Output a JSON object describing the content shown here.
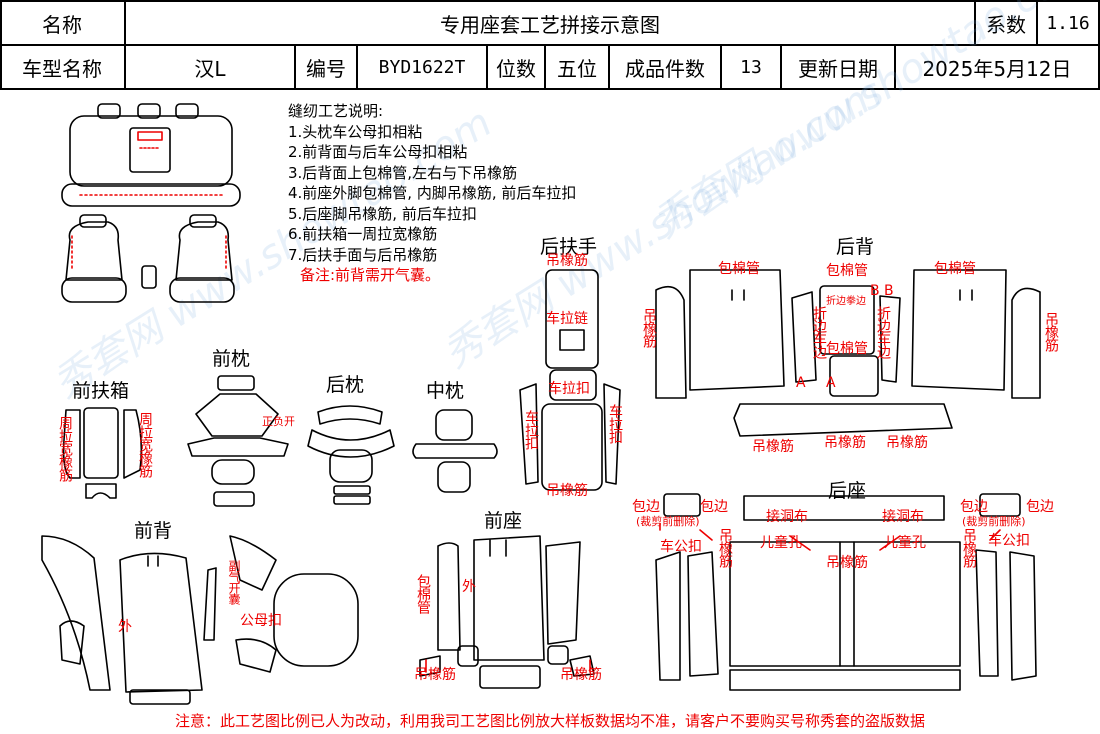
{
  "header": {
    "name_label": "名称",
    "title": "专用座套工艺拼接示意图",
    "coef_label": "系数",
    "coef_value": "1.16",
    "model_label": "车型名称",
    "model_value": "汉L",
    "code_label": "编号",
    "code_value": "BYD1622T",
    "seats_label": "位数",
    "seats_value": "五位",
    "pieces_label": "成品件数",
    "pieces_value": "13",
    "date_label": "更新日期",
    "date_value": "2025年5月12日"
  },
  "notes": {
    "title": "缝纫工艺说明:",
    "items": [
      "1.头枕车公母扣相粘",
      "2.前背面与后车公母扣相粘",
      "3.后背面上包棉管,左右与下吊橡筋",
      "4.前座外脚包棉管, 内脚吊橡筋, 前后车拉扣",
      "5.后座脚吊橡筋, 前后车拉扣",
      "6.前扶箱一周拉宽橡筋",
      "7.后扶手面与后吊橡筋"
    ],
    "remark": "备注:前背需开气囊。"
  },
  "sections": {
    "front_pillow": "前枕",
    "rear_pillow": "后枕",
    "mid_pillow": "中枕",
    "front_armbox": "前扶箱",
    "rear_armrest": "后扶手",
    "rear_back": "后背",
    "front_back": "前背",
    "front_seat": "前座",
    "rear_seat": "后座"
  },
  "annotations": {
    "wrap_tube": "包棉管",
    "hang_elastic": "吊橡筋",
    "hang_elastic_v": "吊橡筋",
    "pull_chain": "车拉链",
    "pull_buckle": "车拉扣",
    "pull_buckle_v": "车拉扣",
    "around_wide_elastic": "周拉宽橡筋",
    "fold_sew": "折边车边",
    "fold_sew_small": "折边拳边",
    "mark_a": "A",
    "mark_b": "B",
    "positive_open": "正负开",
    "airbag_open": "副气开囊",
    "male_female": "公母扣",
    "outer": "外",
    "edging": "包边",
    "cut_note": "(裁剪前删除)",
    "car_buckle": "车公扣",
    "hole_cloth": "接洞布",
    "child_hole": "儿童孔"
  },
  "footer": "注意：此工艺图比例已人为改动，利用我司工艺图比例放大样板数据均不准，请客户不要购买号称秀套的盗版数据",
  "watermark": "秀套网 www.showtao.com"
}
